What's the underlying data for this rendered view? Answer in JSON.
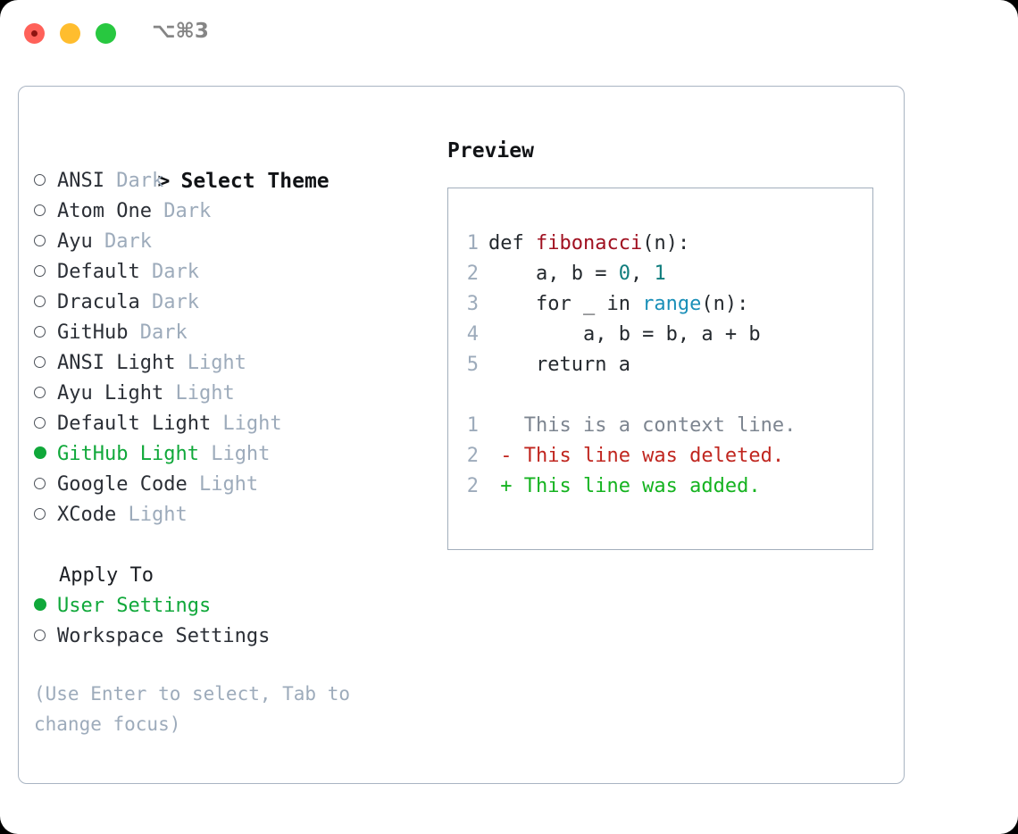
{
  "titlebar": {
    "shortcut": "⌥⌘3",
    "lights": [
      "close-red",
      "minimize-yellow",
      "maximize-green"
    ]
  },
  "left_panel": {
    "heading": "Select Theme",
    "heading_marker": ">",
    "themes": [
      {
        "name": "ANSI",
        "variant": "Dark",
        "selected": false
      },
      {
        "name": "Atom One",
        "variant": "Dark",
        "selected": false
      },
      {
        "name": "Ayu",
        "variant": "Dark",
        "selected": false
      },
      {
        "name": "Default",
        "variant": "Dark",
        "selected": false
      },
      {
        "name": "Dracula",
        "variant": "Dark",
        "selected": false
      },
      {
        "name": "GitHub",
        "variant": "Dark",
        "selected": false
      },
      {
        "name": "ANSI Light",
        "variant": "Light",
        "selected": false
      },
      {
        "name": "Ayu Light",
        "variant": "Light",
        "selected": false
      },
      {
        "name": "Default Light",
        "variant": "Light",
        "selected": false
      },
      {
        "name": "GitHub Light",
        "variant": "Light",
        "selected": true
      },
      {
        "name": "Google Code",
        "variant": "Light",
        "selected": false
      },
      {
        "name": "XCode",
        "variant": "Light",
        "selected": false
      }
    ],
    "apply_to": {
      "heading": "Apply To",
      "options": [
        {
          "label": "User Settings",
          "selected": true
        },
        {
          "label": "Workspace Settings",
          "selected": false
        }
      ]
    },
    "hint": "(Use Enter to select, Tab to change focus)"
  },
  "right_panel": {
    "heading": "Preview",
    "code_lines": [
      {
        "n": "1",
        "tokens": [
          {
            "t": "def ",
            "c": "plain"
          },
          {
            "t": "fibonacci",
            "c": "fname"
          },
          {
            "t": "(n):",
            "c": "plain"
          }
        ]
      },
      {
        "n": "2",
        "tokens": [
          {
            "t": "    a, b = ",
            "c": "plain"
          },
          {
            "t": "0",
            "c": "num"
          },
          {
            "t": ", ",
            "c": "plain"
          },
          {
            "t": "1",
            "c": "num"
          }
        ]
      },
      {
        "n": "3",
        "tokens": [
          {
            "t": "    for _ in ",
            "c": "plain"
          },
          {
            "t": "range",
            "c": "fn"
          },
          {
            "t": "(n):",
            "c": "plain"
          }
        ]
      },
      {
        "n": "4",
        "tokens": [
          {
            "t": "        a, b = b, a + b",
            "c": "plain"
          }
        ]
      },
      {
        "n": "5",
        "tokens": [
          {
            "t": "    return a",
            "c": "plain"
          }
        ]
      }
    ],
    "diff_lines": [
      {
        "n": "1",
        "sign": " ",
        "text": "This is a context line.",
        "kind": "ctx"
      },
      {
        "n": "2",
        "sign": "-",
        "text": "This line was deleted.",
        "kind": "del"
      },
      {
        "n": "2",
        "sign": "+",
        "text": "This line was added.",
        "kind": "add"
      }
    ]
  },
  "colors": {
    "accent_green": "#10a83a",
    "muted_badge": "#9dabbb",
    "border": "#a9b4c2",
    "diff_delete": "#c0261f",
    "diff_add": "#15b320",
    "syntax_function_name": "#a01020",
    "syntax_number": "#0f7d7d",
    "syntax_builtin": "#1a8fb8"
  }
}
